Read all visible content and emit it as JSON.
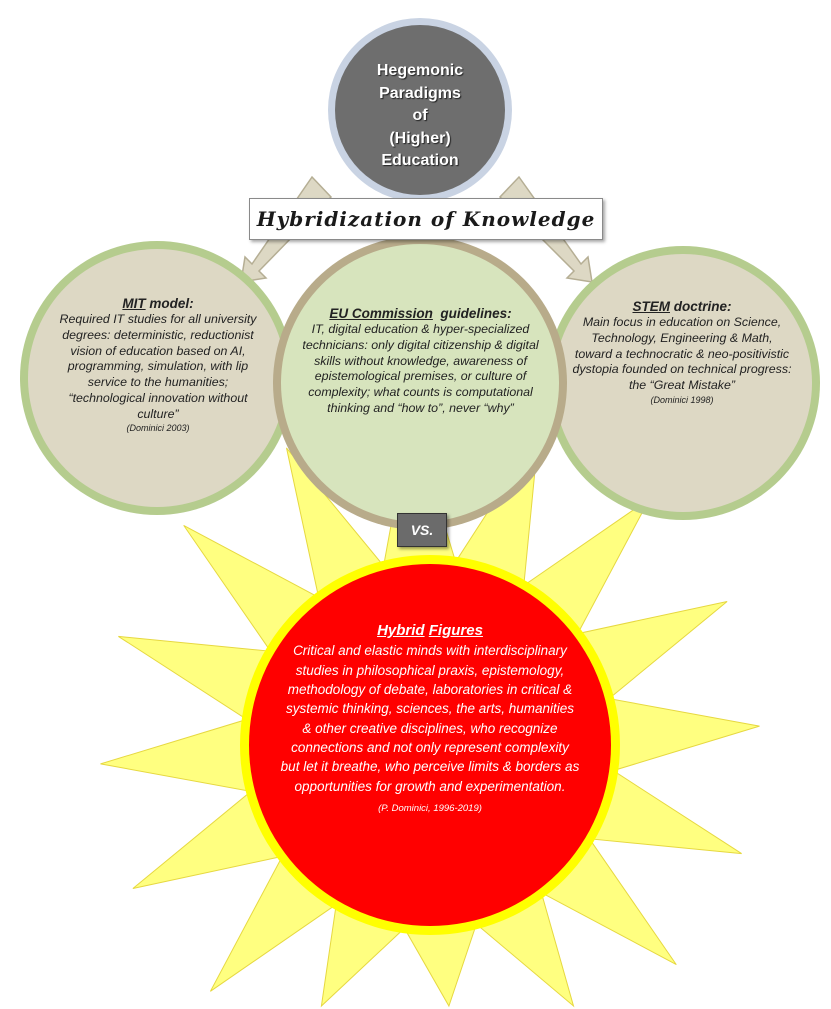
{
  "top_node": {
    "lines": [
      "Hegemonic",
      "Paradigms",
      "of",
      "(Higher)",
      "Education"
    ]
  },
  "hybridization_label": "Hybridization of Knowledge",
  "mit": {
    "title": "MIT",
    "title_suffix": " model:",
    "body": "Required IT studies for all university degrees: deterministic, reductionist vision of education based on AI, programming, simulation, with lip service to the humanities; “technological innovation without culture”",
    "citation": "(Dominici 2003)"
  },
  "eu": {
    "title": "EU Commission",
    "title_suffix": "  guidelines:",
    "body": "IT, digital education & hyper-specialized technicians: only digital citizenship & digital skills without knowledge, awareness of epistemological premises, or culture of complexity; what counts is computational thinking and “how to”, never “why”"
  },
  "stem": {
    "title": "STEM",
    "title_suffix": " doctrine:",
    "body": "Main focus in education on Science, Technology, Engineering & Math, toward a technocratic & neo-positivistic dystopia founded on technical progress: the “Great Mistake”",
    "citation": "(Dominici 1998)"
  },
  "vs_label": "VS.",
  "hybrid": {
    "title_word1": "Hybrid",
    "title_word2": "Figures",
    "body": "Critical and elastic minds with interdisciplinary studies in philosophical praxis, epistemology, methodology of debate, laboratories in critical & systemic thinking, sciences, the arts, humanities & other creative disciplines, who recognize connections and not only represent complexity but let it breathe, who perceive limits & borders as opportunities for growth and experimentation.",
    "citation": "(P. Dominici, 1996-2019)"
  },
  "colors": {
    "top_circle": "#6e6e6e",
    "top_ring": "#c9d3e3",
    "side_circle_fill": "#ddd8c4",
    "side_circle_ring": "#b5cc8e",
    "center_circle_fill": "#d7e4bd",
    "center_circle_ring": "#b8ab8a",
    "arrow": "#ddd8c4",
    "sun_rays": "#ffff80",
    "hybrid_circle": "#ff0000",
    "hybrid_ring": "#ffff00"
  }
}
